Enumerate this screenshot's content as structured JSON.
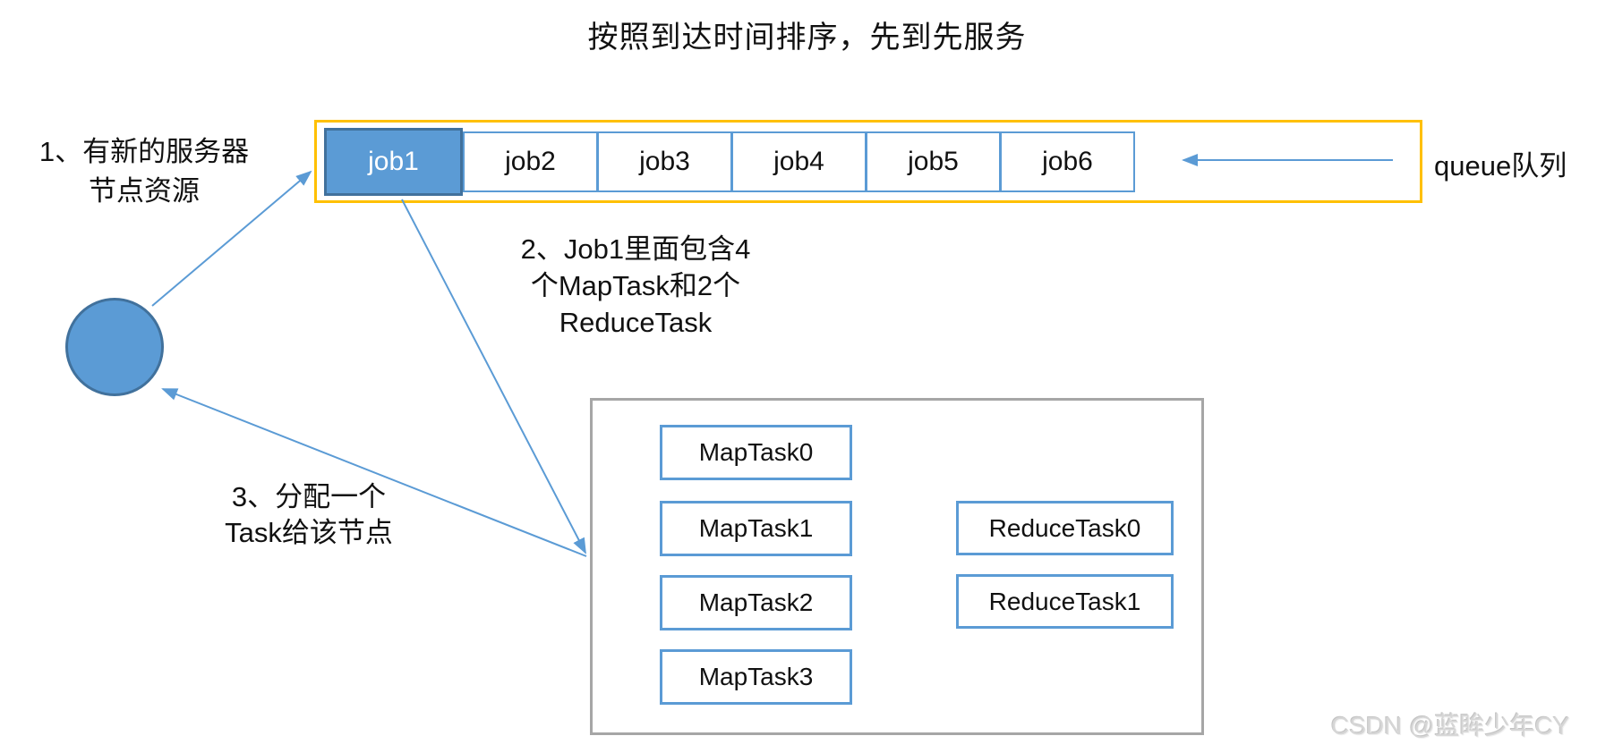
{
  "title": "按照到达时间排序，先到先服务",
  "colors": {
    "accent_blue": "#5B9BD5",
    "dark_blue": "#41719C",
    "queue_border_orange": "#FFC000",
    "detail_border_gray": "#A6A6A6"
  },
  "queue": {
    "label": "queue队列",
    "jobs": [
      "job1",
      "job2",
      "job3",
      "job4",
      "job5",
      "job6"
    ],
    "selected_job": "job1"
  },
  "annotations": {
    "step1": {
      "line1": "1、有新的服务器",
      "line2": "节点资源"
    },
    "step2": {
      "line1": "2、Job1里面包含4",
      "line2": "个MapTask和2个",
      "line3": "ReduceTask"
    },
    "step3": {
      "line1": "3、分配一个",
      "line2": "Task给该节点"
    }
  },
  "job_detail": {
    "map_tasks": [
      "MapTask0",
      "MapTask1",
      "MapTask2",
      "MapTask3"
    ],
    "reduce_tasks": [
      "ReduceTask0",
      "ReduceTask1"
    ]
  },
  "watermark": "CSDN @蓝眸少年CY"
}
